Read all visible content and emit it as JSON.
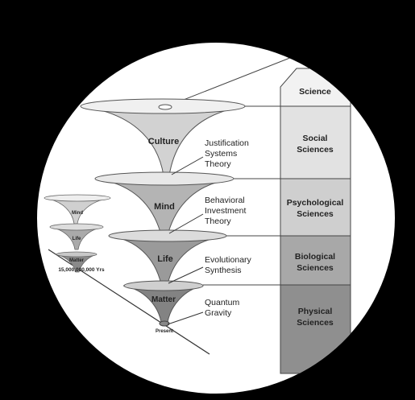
{
  "cones": [
    {
      "label": "Culture",
      "theory": [
        "Justification",
        "Systems",
        "Theory"
      ]
    },
    {
      "label": "Mind",
      "theory": [
        "Behavioral",
        "Investment",
        "Theory"
      ]
    },
    {
      "label": "Life",
      "theory": [
        "Evolutionary",
        "Synthesis"
      ]
    },
    {
      "label": "Matter",
      "theory": [
        "Quantum",
        "Gravity"
      ]
    }
  ],
  "small_cones": [
    "Mind",
    "Life",
    "Matter"
  ],
  "present_label": "Present",
  "timeline_label": "15,000,000,000 Yrs",
  "sciences": {
    "header": "Science",
    "bands": [
      {
        "lines": [
          "Social",
          "Sciences"
        ],
        "color": "#e2e2e2"
      },
      {
        "lines": [
          "Psychological",
          "Sciences"
        ],
        "color": "#cfcfcf"
      },
      {
        "lines": [
          "Biological",
          "Sciences"
        ],
        "color": "#a8a8a8"
      },
      {
        "lines": [
          "Physical",
          "Sciences"
        ],
        "color": "#8f8f8f"
      }
    ]
  },
  "colors": {
    "background": "#000000",
    "ellipse": "#ffffff",
    "culture_cone": "#d2d2d2",
    "mind_cone": "#b4b4b4",
    "life_cone": "#9a9a9a",
    "matter_cone": "#838383"
  }
}
